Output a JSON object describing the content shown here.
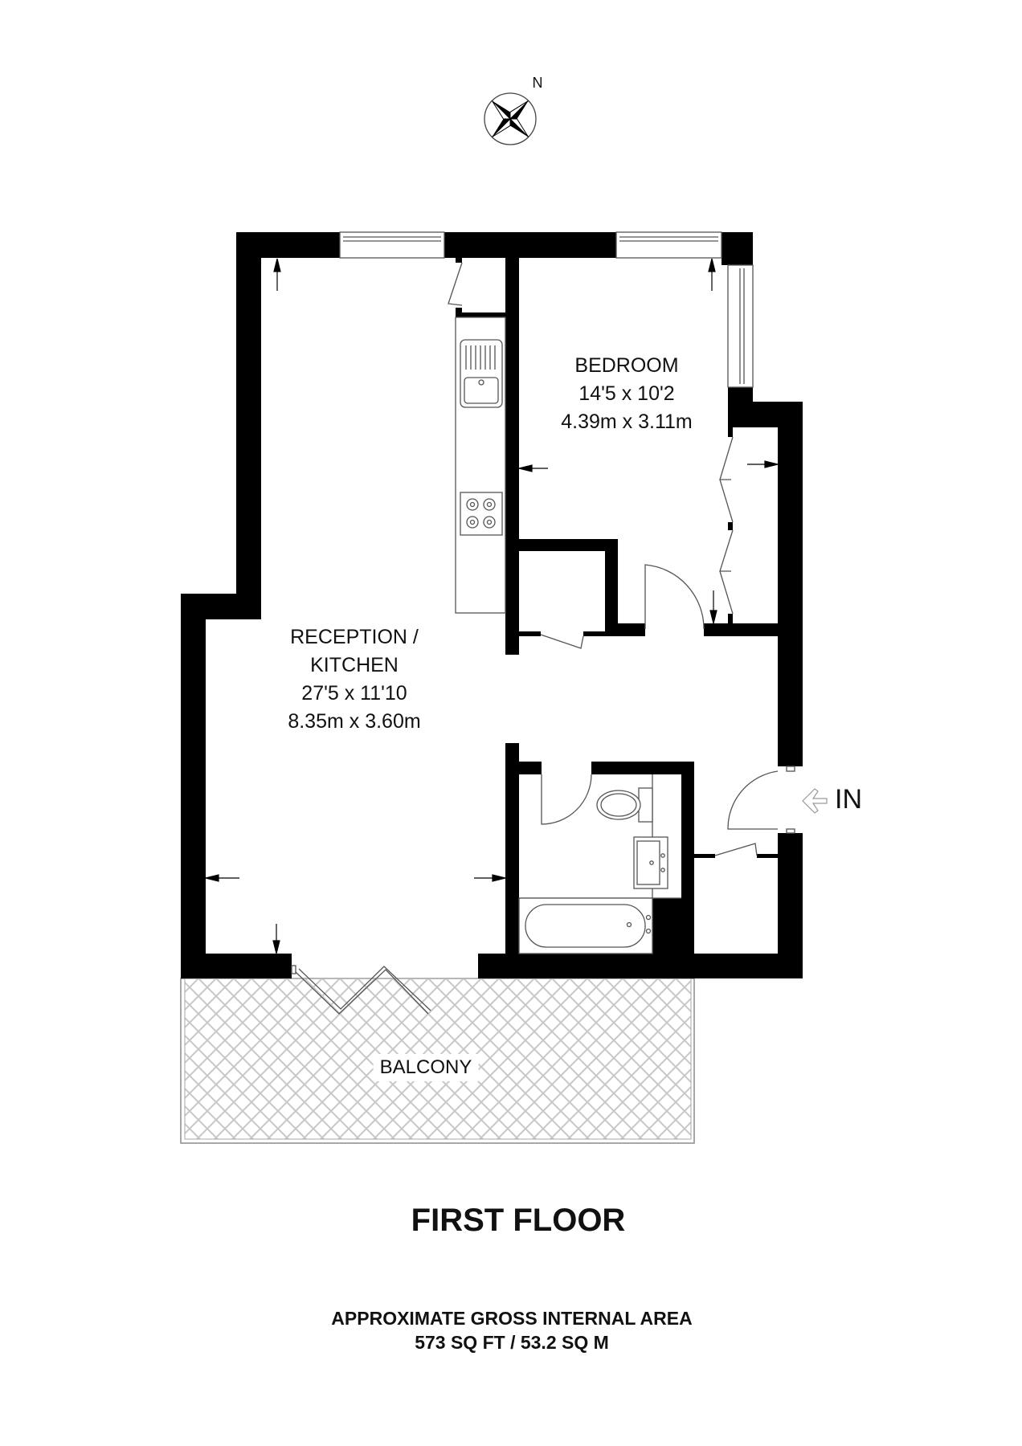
{
  "floor_title": "FIRST FLOOR",
  "area": {
    "heading": "APPROXIMATE GROSS INTERNAL AREA",
    "value": "573 SQ FT / 53.2 SQ M"
  },
  "compass": {
    "label": "N"
  },
  "entrance": {
    "label": "IN"
  },
  "rooms": [
    {
      "name": "RECEPTION /",
      "name2": "KITCHEN",
      "imperial": "27'5 x 11'10",
      "metric": "8.35m x 3.60m"
    },
    {
      "name": "BEDROOM",
      "imperial": "14'5 x 10'2",
      "metric": "4.39m x 3.11m"
    },
    {
      "name": "BALCONY"
    }
  ],
  "colors": {
    "wall": "#000000",
    "line": "#555555",
    "hatch": "#c8c8c8",
    "background": "#ffffff"
  }
}
